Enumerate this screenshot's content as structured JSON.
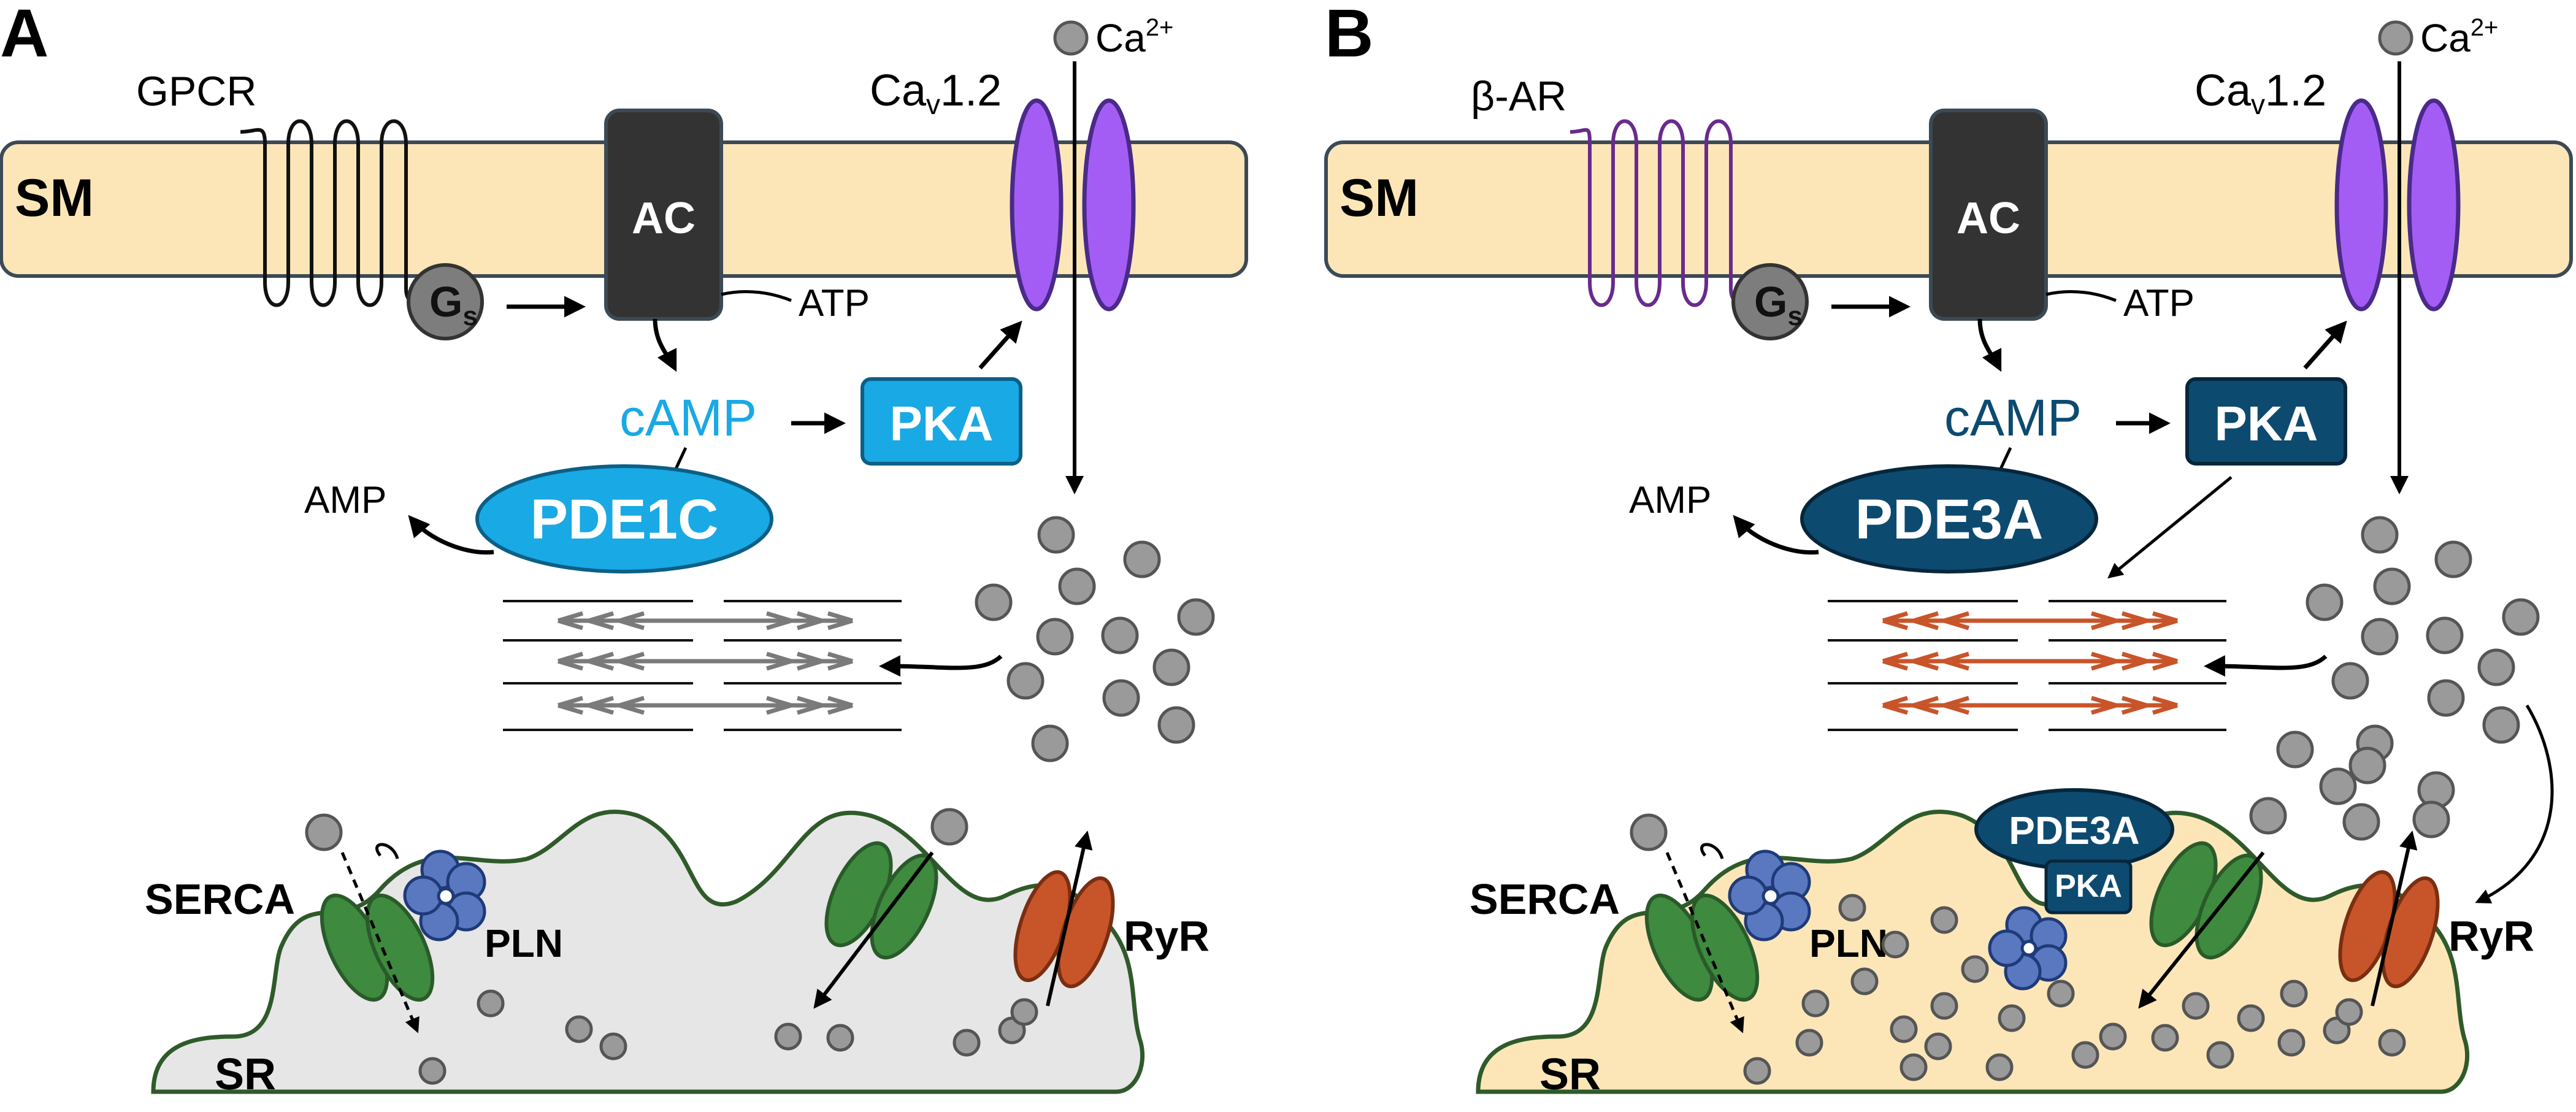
{
  "panels": [
    {
      "letter": "A",
      "membrane": "SM",
      "receptor": "GPCR",
      "gprotein": "G",
      "gprotein_sub": "s",
      "cyclase": "AC",
      "atp": "ATP",
      "camp": "cAMP",
      "pka": "PKA",
      "pde": "PDE1C",
      "amp": "AMP",
      "channel": "Ca",
      "channel_sub": "v",
      "channel_suffix": "1.2",
      "ca": "Ca",
      "ca_sup": "2+",
      "serca": "SERCA",
      "pln": "PLN",
      "ryr": "RyR",
      "sr": "SR",
      "colors": {
        "camp": "#19A9E4",
        "pka": "#19A9E4",
        "pde": "#19A9E4",
        "receptor": "#1a1a1a",
        "sarcomere": "#7a7a7a",
        "sr_fill": "#e6e6e6",
        "membrane": "#fce6b8"
      }
    },
    {
      "letter": "B",
      "membrane": "SM",
      "receptor": "β-AR",
      "gprotein": "G",
      "gprotein_sub": "s",
      "cyclase": "AC",
      "atp": "ATP",
      "camp": "cAMP",
      "pka": "PKA",
      "pde": "PDE3A",
      "amp": "AMP",
      "channel": "Ca",
      "channel_sub": "v",
      "channel_suffix": "1.2",
      "ca": "Ca",
      "ca_sup": "2+",
      "serca": "SERCA",
      "pln": "PLN",
      "ryr": "RyR",
      "sr": "SR",
      "complex_pde": "PDE3A",
      "complex_pka": "PKA",
      "colors": {
        "camp": "#0d4a70",
        "pka": "#0d4a70",
        "pde": "#0d4a70",
        "receptor": "#6a2a8c",
        "sarcomere": "#c8542a",
        "sr_fill": "#fce6b8",
        "membrane": "#fce6b8"
      }
    }
  ]
}
